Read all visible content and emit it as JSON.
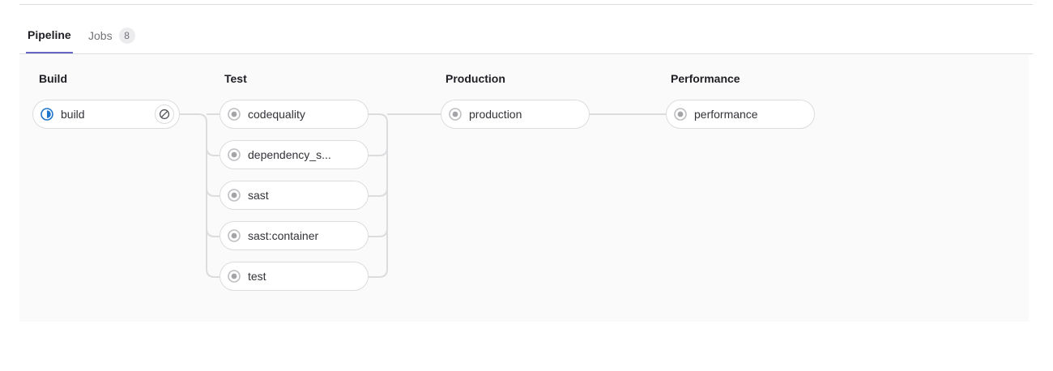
{
  "tabs": [
    {
      "label": "Pipeline",
      "active": true,
      "count": null
    },
    {
      "label": "Jobs",
      "active": false,
      "count": "8"
    }
  ],
  "colors": {
    "tab_active_underline": "#6666c4",
    "running_status": "#1f75cb",
    "created_status": "#a4a3a8",
    "panel_background": "#fafafa",
    "pill_border": "#dcdcde",
    "connector_line": "#dcdcde"
  },
  "pipeline": {
    "stages": [
      {
        "name": "Build",
        "jobs": [
          {
            "name": "build",
            "status": "running",
            "status_icon": "status-running-icon",
            "action": "cancel-icon",
            "action_label": "Cancel"
          }
        ]
      },
      {
        "name": "Test",
        "jobs": [
          {
            "name": "codequality",
            "status": "created",
            "status_icon": "status-created-icon",
            "action": null,
            "action_label": null
          },
          {
            "name": "dependency_s...",
            "status": "created",
            "status_icon": "status-created-icon",
            "action": null,
            "action_label": null
          },
          {
            "name": "sast",
            "status": "created",
            "status_icon": "status-created-icon",
            "action": null,
            "action_label": null
          },
          {
            "name": "sast:container",
            "status": "created",
            "status_icon": "status-created-icon",
            "action": null,
            "action_label": null
          },
          {
            "name": "test",
            "status": "created",
            "status_icon": "status-created-icon",
            "action": null,
            "action_label": null
          }
        ]
      },
      {
        "name": "Production",
        "jobs": [
          {
            "name": "production",
            "status": "created",
            "status_icon": "status-created-icon",
            "action": null,
            "action_label": null
          }
        ]
      },
      {
        "name": "Performance",
        "jobs": [
          {
            "name": "performance",
            "status": "created",
            "status_icon": "status-created-icon",
            "action": null,
            "action_label": null
          }
        ]
      }
    ]
  }
}
